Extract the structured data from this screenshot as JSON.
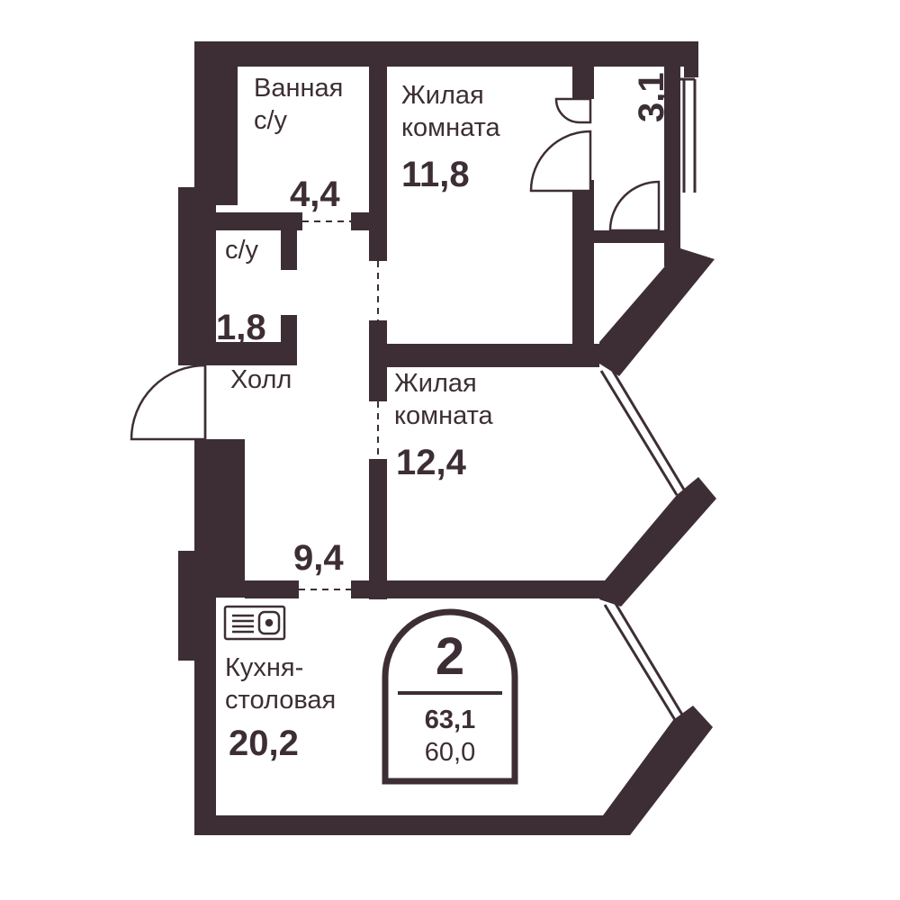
{
  "colors": {
    "wall": "#3d2e35",
    "background": "#ffffff"
  },
  "rooms": {
    "bathroom": {
      "label_line1": "Ванная",
      "label_line2": "с/у",
      "area": "4,4"
    },
    "wc": {
      "label": "с/у",
      "area": "1,8"
    },
    "bedroom1": {
      "label_line1": "Жилая",
      "label_line2": "комната",
      "area": "11,8"
    },
    "balcony": {
      "area": "3,1"
    },
    "hall": {
      "label": "Холл",
      "area": "9,4"
    },
    "bedroom2": {
      "label_line1": "Жилая",
      "label_line2": "комната",
      "area": "12,4"
    },
    "kitchen": {
      "label_line1": "Кухня-",
      "label_line2": "столовая",
      "area": "20,2"
    }
  },
  "badge": {
    "rooms": "2",
    "total_area": "63,1",
    "living_area": "60,0"
  },
  "icons": {
    "kitchen": "sink-icon"
  }
}
